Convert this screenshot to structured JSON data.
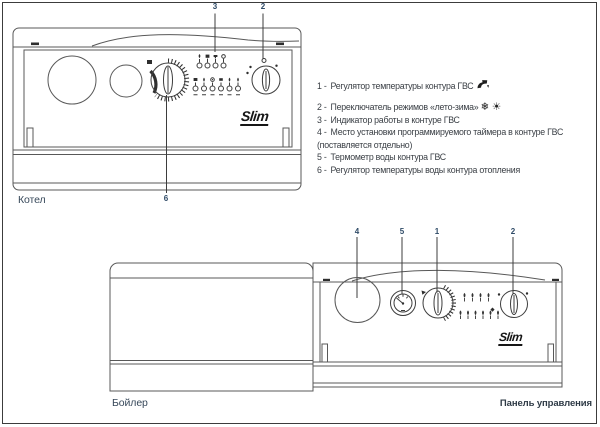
{
  "figure": {
    "type": "boiler-manual-diagram",
    "colors": {
      "line": "#4f4f4f",
      "text": "#3a3f45",
      "callout": "#2e4a66",
      "logo": "#161616"
    }
  },
  "drawing_top": {
    "label": "Котел",
    "logo": "Slim",
    "callout_indicator": "3",
    "callout_mode_knob": "2",
    "callout_heating_knob": "6"
  },
  "drawing_bottom": {
    "label_tank": "Бойлер",
    "label_panel": "Панель управления",
    "logo": "Slim",
    "callout_timer": "4",
    "callout_thermometer": "5",
    "callout_dhw_knob": "1",
    "callout_mode_knob": "2"
  },
  "legend": {
    "items": [
      {
        "prefix": "1 -",
        "text": "Регулятор температуры контура ГВС"
      },
      {
        "prefix": "2 -",
        "text": "Переключатель режимов «лето-зима»"
      },
      {
        "prefix": "3 -",
        "text": "Индикатор работы в контуре ГВС"
      },
      {
        "prefix": "4 -",
        "text": "Место установки программируемого таймера в контуре ГВС"
      },
      {
        "prefix": "",
        "text": "(поставляется отдельно)"
      },
      {
        "prefix": "5 -",
        "text": "Термометр воды контура ГВС"
      },
      {
        "prefix": "6 -",
        "text": "Регулятор температуры воды контура отопления"
      }
    ],
    "icons": {
      "faucet": "tap",
      "snowflake": "❄",
      "sun": "☀"
    }
  }
}
